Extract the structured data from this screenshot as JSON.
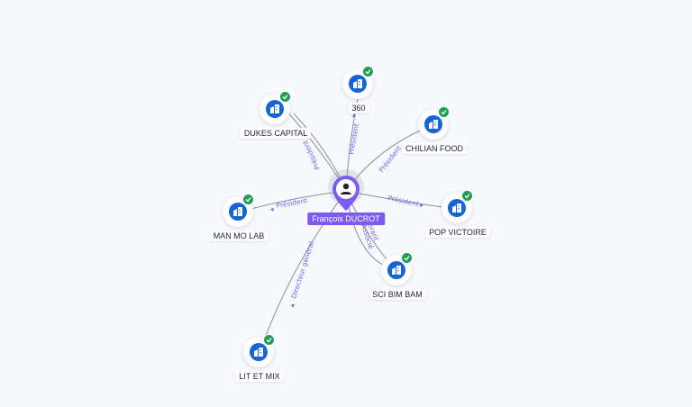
{
  "person": {
    "name": "François DUCROT",
    "icon": "user-icon"
  },
  "companies": [
    {
      "key": "360",
      "name": "360",
      "relation": "Président",
      "verified": true
    },
    {
      "key": "dukes",
      "name": "DUKES CAPITAL",
      "relation": "Président",
      "verified": true
    },
    {
      "key": "chilian",
      "name": "CHILIAN FOOD",
      "relation": "Président",
      "verified": true
    },
    {
      "key": "manmo",
      "name": "MAN MO LAB",
      "relation": "Président",
      "verified": true
    },
    {
      "key": "popvictoire",
      "name": "POP VICTOIRE",
      "relation": "Président",
      "verified": true
    },
    {
      "key": "scibimbam",
      "name": "SCI BIM BAM",
      "relation": "Gérant",
      "relation2": "Associé",
      "verified": true
    },
    {
      "key": "litetmix",
      "name": "LIT ET MIX",
      "relation": "Directeur général",
      "verified": true
    }
  ],
  "colors": {
    "background": "#f8f9fc",
    "company_icon": "#1565d8",
    "verified_badge": "#1f9d55",
    "person_accent": "#7c5cf0",
    "edge_label": "#7568e3",
    "edge": "#8a8f9a"
  }
}
